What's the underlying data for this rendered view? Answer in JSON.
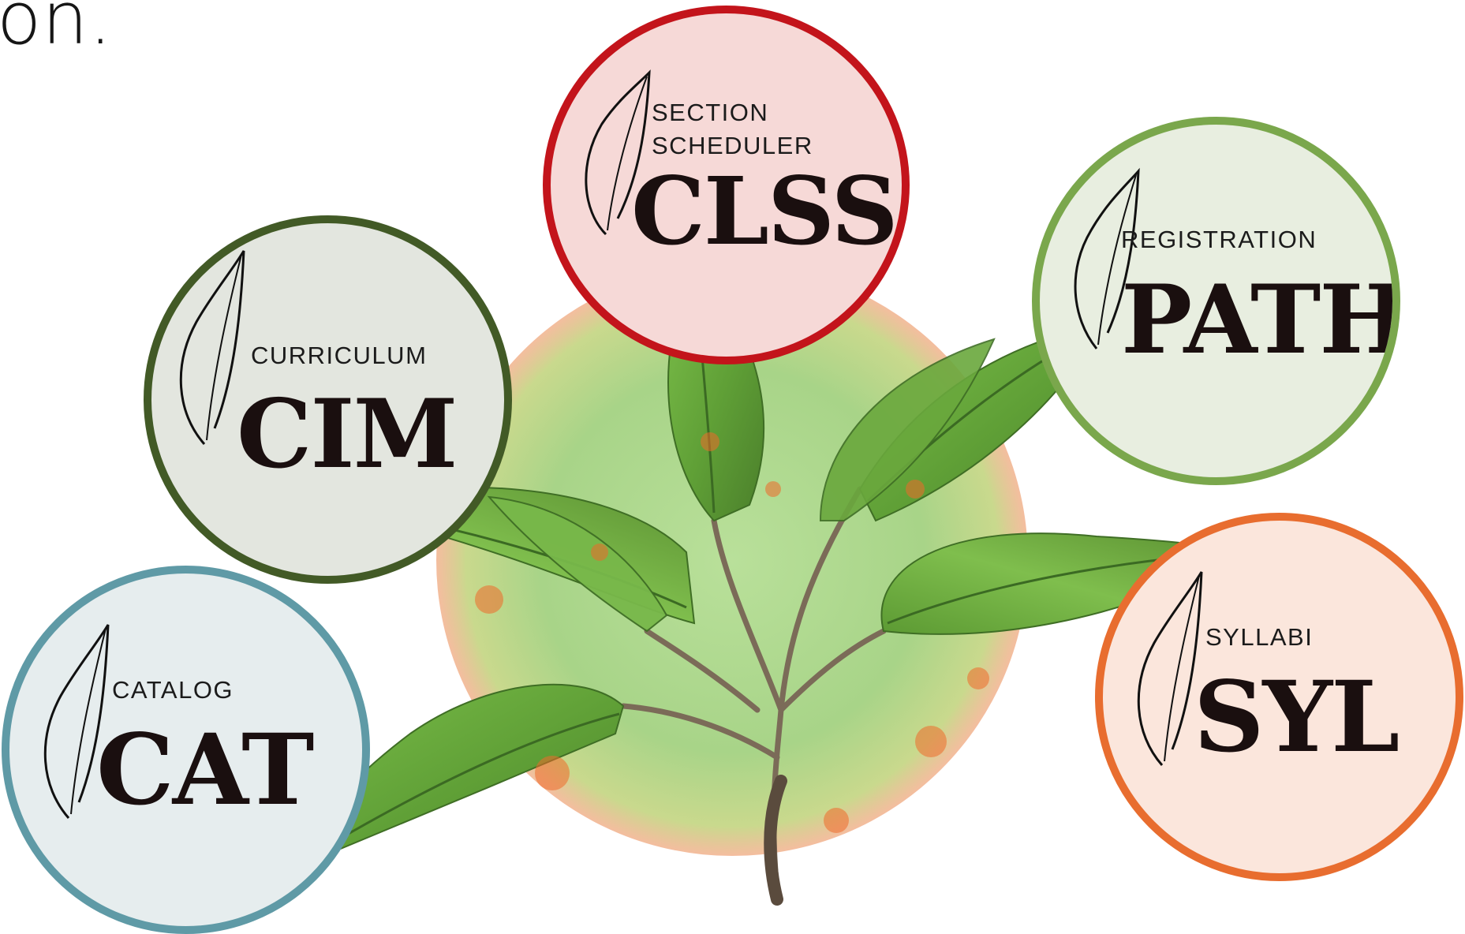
{
  "heading_fragment": "on.",
  "colors": {
    "clss": "#c3141b",
    "cim": "#425a26",
    "path": "#7aa74c",
    "cat": "#5f9aa6",
    "syl": "#e86d2f",
    "leaf_green": "#6fa53c",
    "sun": "#a9d88a"
  },
  "illustration": {
    "icon": "plant-sprout-illustration"
  },
  "badges": {
    "clss": {
      "label_line1": "SECTION",
      "label_line2": "SCHEDULER",
      "acronym": "CLSS",
      "icon": "leaf-outline-icon"
    },
    "cim": {
      "label": "CURRICULUM",
      "acronym": "CIM",
      "icon": "leaf-outline-icon"
    },
    "path": {
      "label": "REGISTRATION",
      "acronym": "PATH",
      "icon": "leaf-outline-icon"
    },
    "cat": {
      "label": "CATALOG",
      "acronym": "CAT",
      "icon": "leaf-outline-icon"
    },
    "syl": {
      "label": "SYLLABI",
      "acronym": "SYL",
      "icon": "leaf-outline-icon"
    }
  }
}
